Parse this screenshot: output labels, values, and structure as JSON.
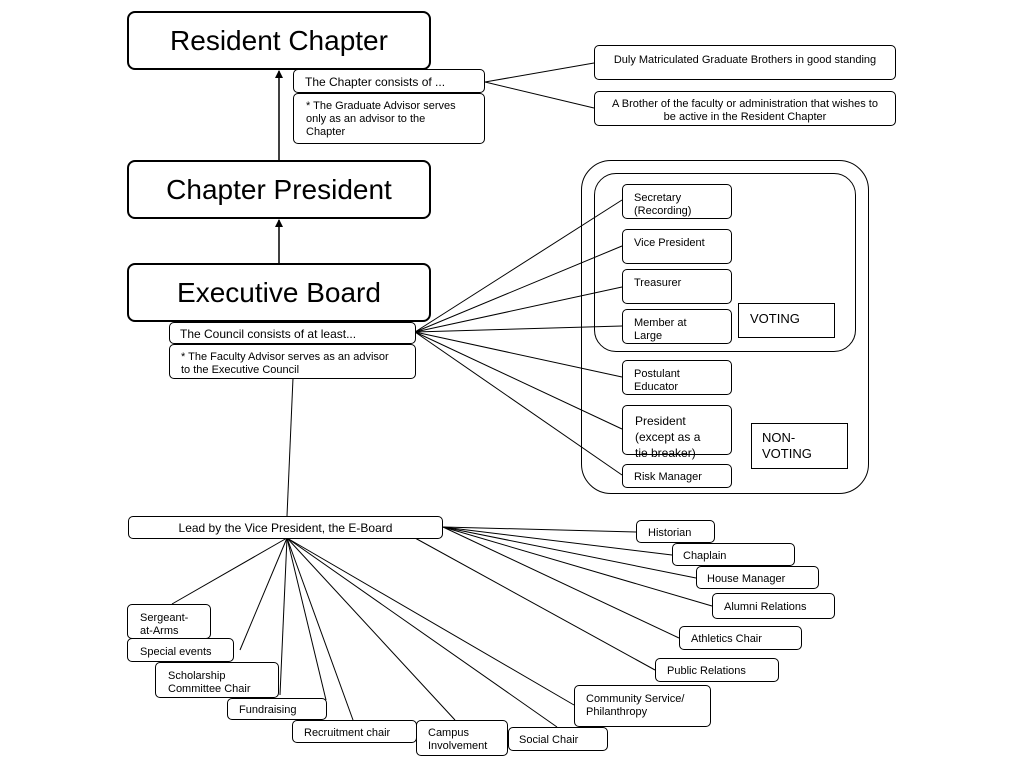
{
  "hierarchy": {
    "resident_chapter": "Resident Chapter",
    "chapter_president": "Chapter President",
    "executive_board": "Executive Board"
  },
  "resident_chapter_notes": {
    "consists_of": "The Chapter consists of ...",
    "graduate_advisor": "* The Graduate Advisor serves\nonly as an advisor to the\nChapter"
  },
  "membership": [
    "Duly Matriculated Graduate Brothers in good standing",
    "A Brother of the faculty or administration that wishes to\nbe active in the Resident Chapter"
  ],
  "executive_notes": {
    "council": "The Council consists of at least...",
    "faculty_advisor": "* The Faculty Advisor serves as an advisor\nto the Executive Council"
  },
  "council_members": {
    "secretary": "Secretary\n(Recording)",
    "vice_president": "Vice President",
    "treasurer": "Treasurer",
    "member_at_large": "Member at\nLarge",
    "postulant_educator": "Postulant\nEducator",
    "president": "President\n(except as a\ntie breaker)",
    "risk_manager": "Risk Manager"
  },
  "voting_labels": {
    "voting": "VOTING",
    "non_voting": "NON-\nVOTING"
  },
  "eboard_lead": "Lead by the Vice President, the E-Board",
  "eboard_chairs": {
    "historian": "Historian",
    "chaplain": "Chaplain",
    "house_manager": "House Manager",
    "alumni_relations": "Alumni Relations",
    "athletics_chair": "Athletics Chair",
    "public_relations": "Public Relations",
    "community_service": "Community Service/\nPhilanthropy",
    "social_chair": "Social Chair",
    "campus_involvement": "Campus\nInvolvement",
    "recruitment_chair": "Recruitment chair",
    "fundraising": "Fundraising",
    "scholarship": "Scholarship\nCommittee Chair",
    "special_events": "Special events",
    "sergeant_at_arms": "Sergeant-\nat-Arms"
  }
}
